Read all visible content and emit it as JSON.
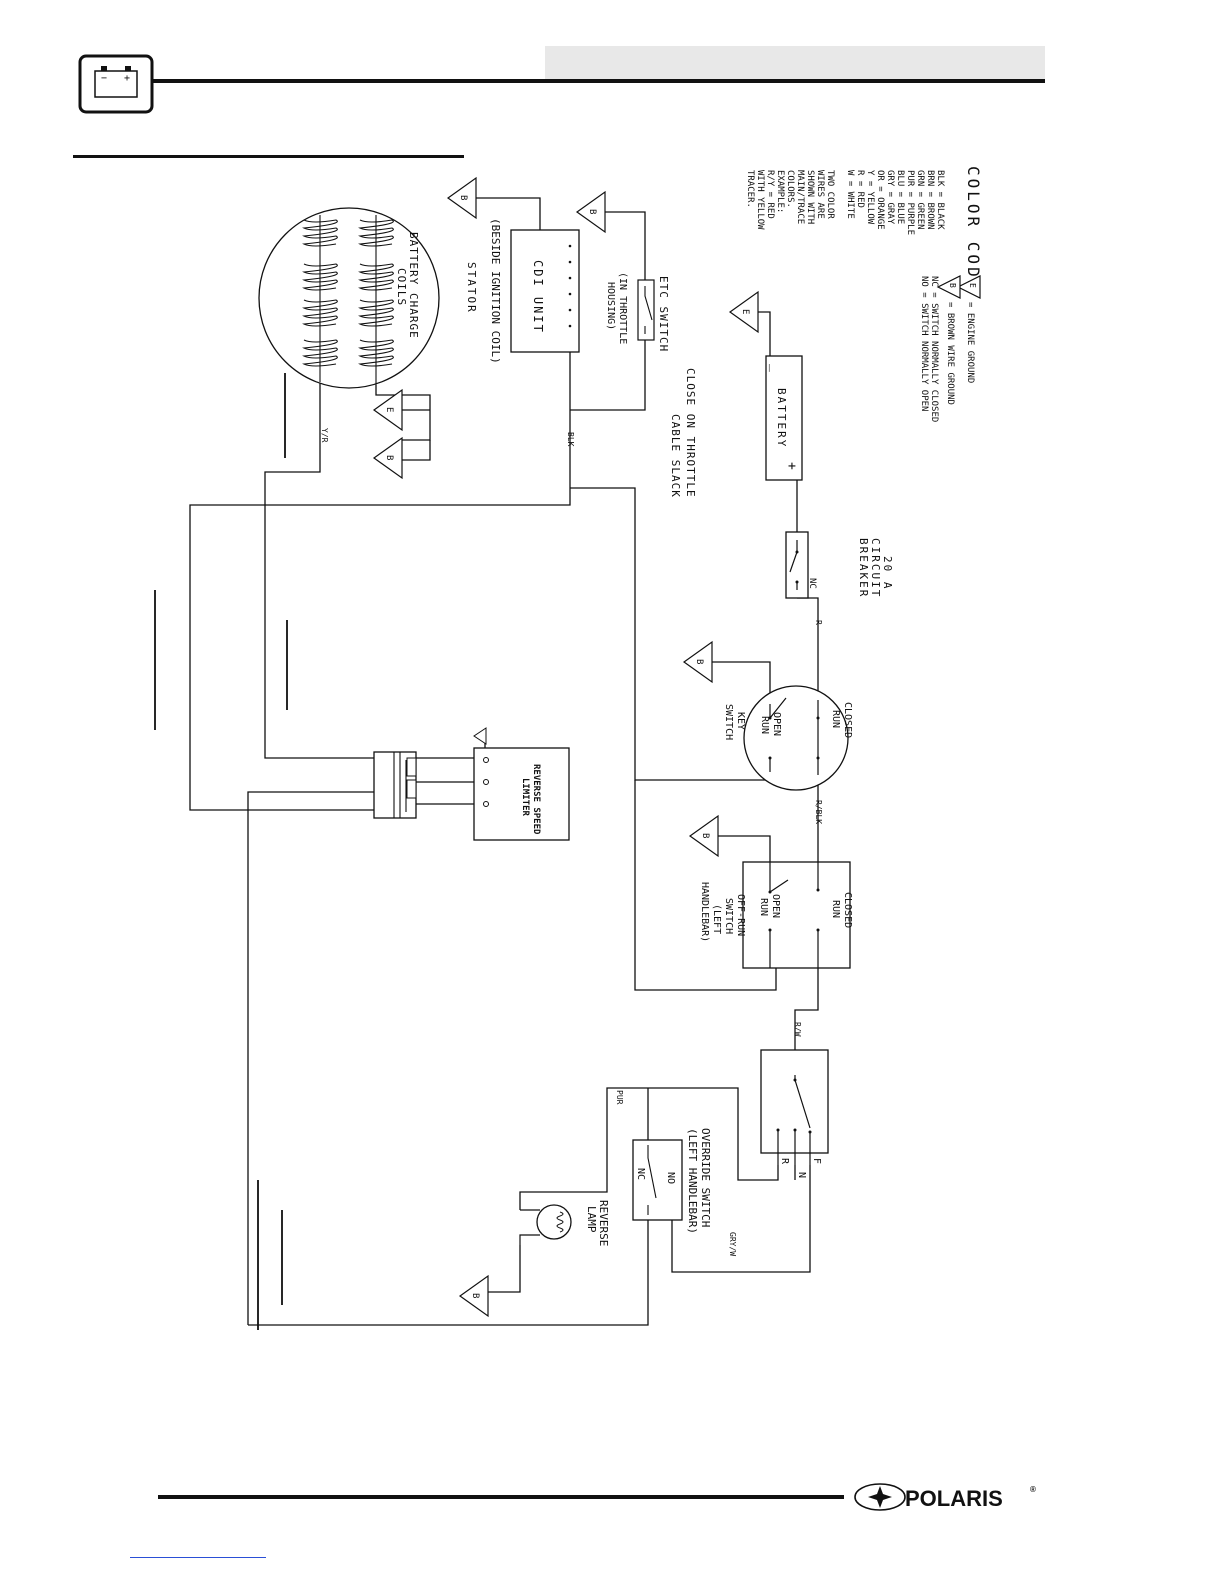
{
  "color_code": {
    "title": "COLOR CODE",
    "lines": [
      "BLK = BLACK",
      "BRN = BROWN",
      "GRN = GREEN",
      "PUR = PURPLE",
      "BLU = BLUE",
      "GRY = GRAY",
      "OR  = ORANGE",
      "Y   = YELLOW",
      "R   = RED",
      "W   = WHITE"
    ],
    "two_color_lines": [
      "TWO COLOR",
      "WIRES ARE",
      "SHOWN WITH",
      "MAIN/TRACE",
      "COLORS.",
      "EXAMPLE:",
      "R/Y = RED",
      "WITH YELLOW",
      "TRACER."
    ],
    "legend": {
      "e_ground": "= ENGINE GROUND",
      "b_ground": "= BROWN WIRE GROUND",
      "nc": "NC = SWITCH NORMALLY CLOSED",
      "no": "NO = SWITCH NORMALLY OPEN"
    }
  },
  "ground_labels": {
    "e": "E",
    "b": "B"
  },
  "components": {
    "battery": "BATTERY",
    "battery_minus": "_",
    "battery_plus": "+",
    "breaker": [
      "20 A",
      "CIRCUIT",
      "BREAKER"
    ],
    "breaker_nc": "NC",
    "key_switch": [
      "KEY",
      "SWITCH"
    ],
    "key_open": [
      "OPEN",
      "RUN"
    ],
    "key_closed": [
      "CLOSED",
      "RUN"
    ],
    "offrun_open": [
      "OPEN",
      "RUN"
    ],
    "offrun_closed": [
      "CLOSED",
      "RUN"
    ],
    "offrun_label": [
      "OFF-RUN",
      "SWITCH",
      "(LEFT",
      "HANDLEBAR)"
    ],
    "etc_switch": "ETC SWITCH",
    "etc_note": [
      "CLOSE ON THROTTLE",
      "CABLE SLACK"
    ],
    "etc_housing": [
      "(IN THROTTLE",
      "HOUSING)"
    ],
    "cdi": "CDI UNIT",
    "cdi_location": "(BESIDE IGNITION COIL)",
    "stator": "STATOR",
    "battery_charge": [
      "BATTERY CHARGE",
      "COILS"
    ],
    "reverse_limiter": [
      "REVERSE SPEED",
      "LIMITER"
    ],
    "override_switch": [
      "OVERRIDE SWITCH",
      "(LEFT HANDLEBAR)"
    ],
    "override_nc": "NC",
    "override_no": "NO",
    "reverse_lamp": [
      "REVERSE",
      "LAMP"
    ],
    "gear_r": "R",
    "gear_n": "N",
    "gear_f": "F"
  },
  "wire_labels": {
    "r": "R",
    "r_blk": "R/BLK",
    "r_w": "R/W",
    "blk": "BLK",
    "y_r": "Y/R",
    "pur": "PUR",
    "gry_w": "GRY/W"
  },
  "footer": {
    "brand": "POLARIS",
    "registered": "®"
  },
  "header_icon": {
    "minus": "−",
    "plus": "+"
  }
}
